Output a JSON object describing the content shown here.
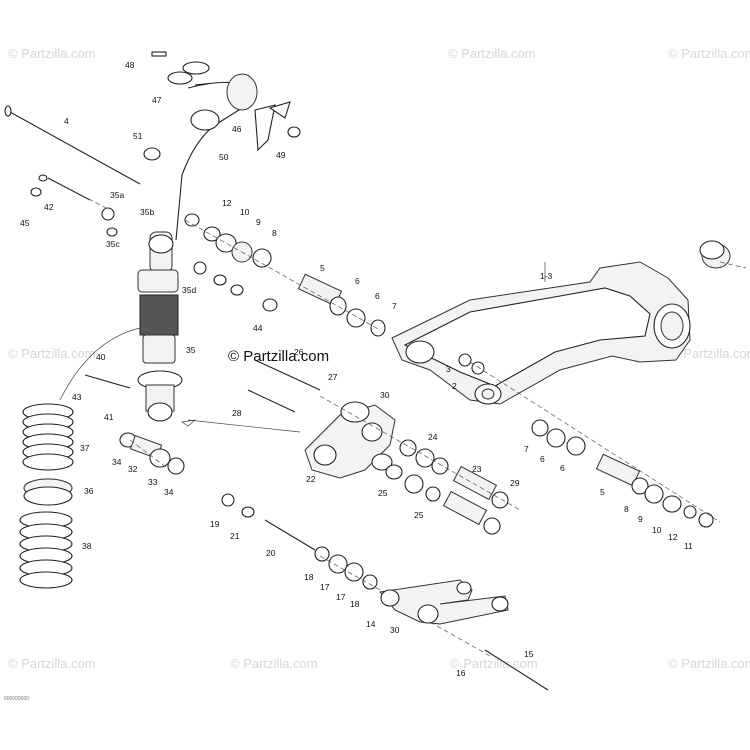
{
  "brand_label": "© Partzilla.com",
  "watermark_text": "© Partzilla.com",
  "footer_code": "000000000",
  "callouts": {
    "c48": "48",
    "c47": "47",
    "c46": "46",
    "c49": "49",
    "c50": "50",
    "c51": "51",
    "c4": "4",
    "c42": "42",
    "c45": "45",
    "c35a": "35a",
    "c35b": "35b",
    "c35c": "35c",
    "c35d": "35d",
    "c35": "35",
    "c12": "12",
    "c10": "10",
    "c9": "9",
    "c8": "8",
    "c5a": "5",
    "c6a": "6",
    "c6b": "6",
    "c7a": "7",
    "c44": "44",
    "c26": "26",
    "c27": "27",
    "c28": "28",
    "c40": "40",
    "c43": "43",
    "c41": "41",
    "c37": "37",
    "c36": "36",
    "c38": "38",
    "c34a": "34",
    "c32": "32",
    "c33": "33",
    "c34b": "34",
    "c13": "1-3",
    "c3": "3",
    "c2": "2",
    "c30a": "30",
    "c24": "24",
    "c22": "22",
    "c25a": "25",
    "c25b": "25",
    "c23": "23",
    "c29": "29",
    "c7b": "7",
    "c6c": "6",
    "c6d": "6",
    "c5b": "5",
    "c8b": "8",
    "c9b": "9",
    "c10b": "10",
    "c12b": "12",
    "c11": "11",
    "c19": "19",
    "c21": "21",
    "c20": "20",
    "c18a": "18",
    "c17a": "17",
    "c17b": "17",
    "c18b": "18",
    "c14": "14",
    "c30b": "30",
    "c15": "15",
    "c16": "16"
  }
}
